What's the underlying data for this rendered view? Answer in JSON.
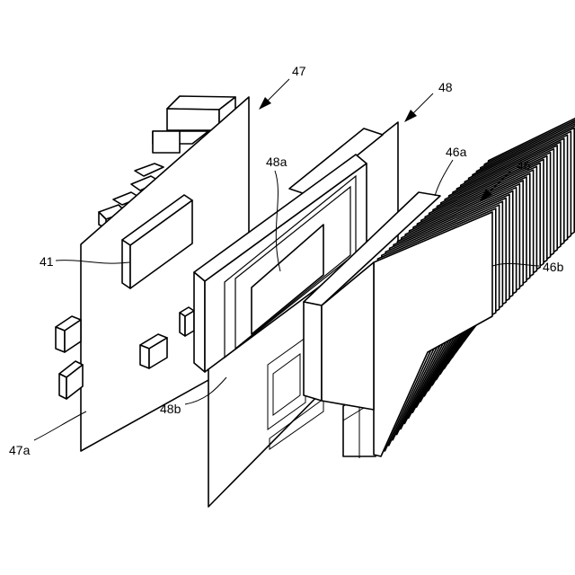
{
  "labels": {
    "board_47": "47",
    "board_47a": "47a",
    "chip_41": "41",
    "frame_48": "48",
    "frame_48a": "48a",
    "frame_48b": "48b",
    "heatsink_46": "46",
    "heatsink_46a": "46a",
    "heatsink_46b": "46b"
  },
  "colors": {
    "line": "#000000",
    "background": "#ffffff"
  }
}
